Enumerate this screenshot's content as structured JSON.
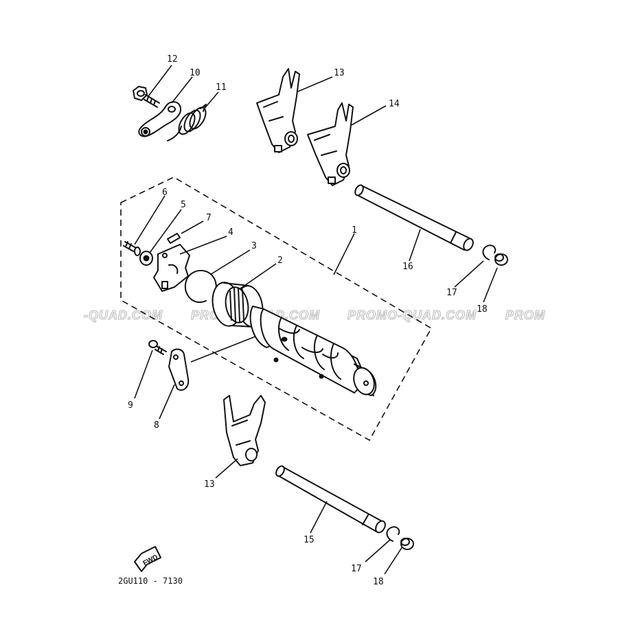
{
  "diagram": {
    "watermarks": [
      "-QUAD.COM",
      "PROMO-QUAD.COM",
      "PROMO-QUAD.COM",
      "PROM"
    ],
    "fwd_label": "FWD",
    "diagram_code": "2GU110 - 7130",
    "callouts": {
      "c1": "1",
      "c2": "2",
      "c3": "3",
      "c4": "4",
      "c5": "5",
      "c6": "6",
      "c7": "7",
      "c8": "8",
      "c9": "9",
      "c10": "10",
      "c11": "11",
      "c12": "12",
      "c13a": "13",
      "c13b": "13",
      "c14": "14",
      "c15": "15",
      "c16": "16",
      "c17a": "17",
      "c17b": "17",
      "c18a": "18",
      "c18b": "18"
    }
  }
}
